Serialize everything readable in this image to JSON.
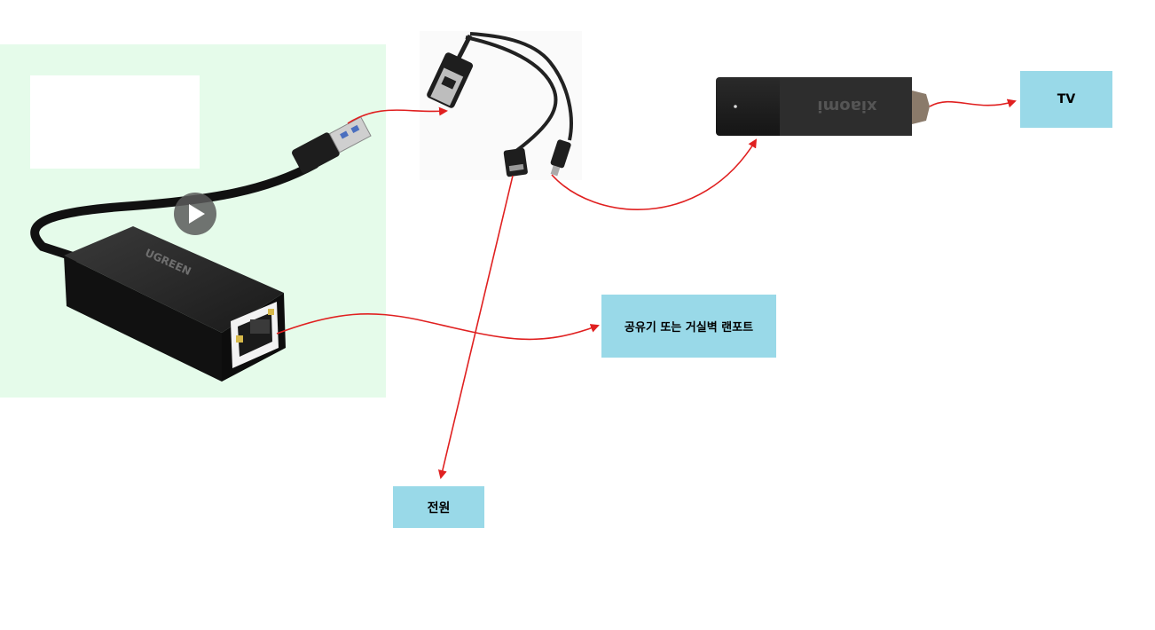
{
  "labels": {
    "tv": "TV",
    "lan_port": "공유기 또는 거실벽 랜포트",
    "power": "전원"
  },
  "devices": {
    "usb_ethernet_adapter": {
      "brand": "UGREEN"
    },
    "otg_y_cable": {},
    "tv_stick": {
      "brand": "xiaomi"
    }
  },
  "colors": {
    "arrow": "#e02020",
    "label_box": "#99d9e8",
    "adapter_bg": "#e5fbea"
  },
  "icons": [
    "play-icon"
  ]
}
